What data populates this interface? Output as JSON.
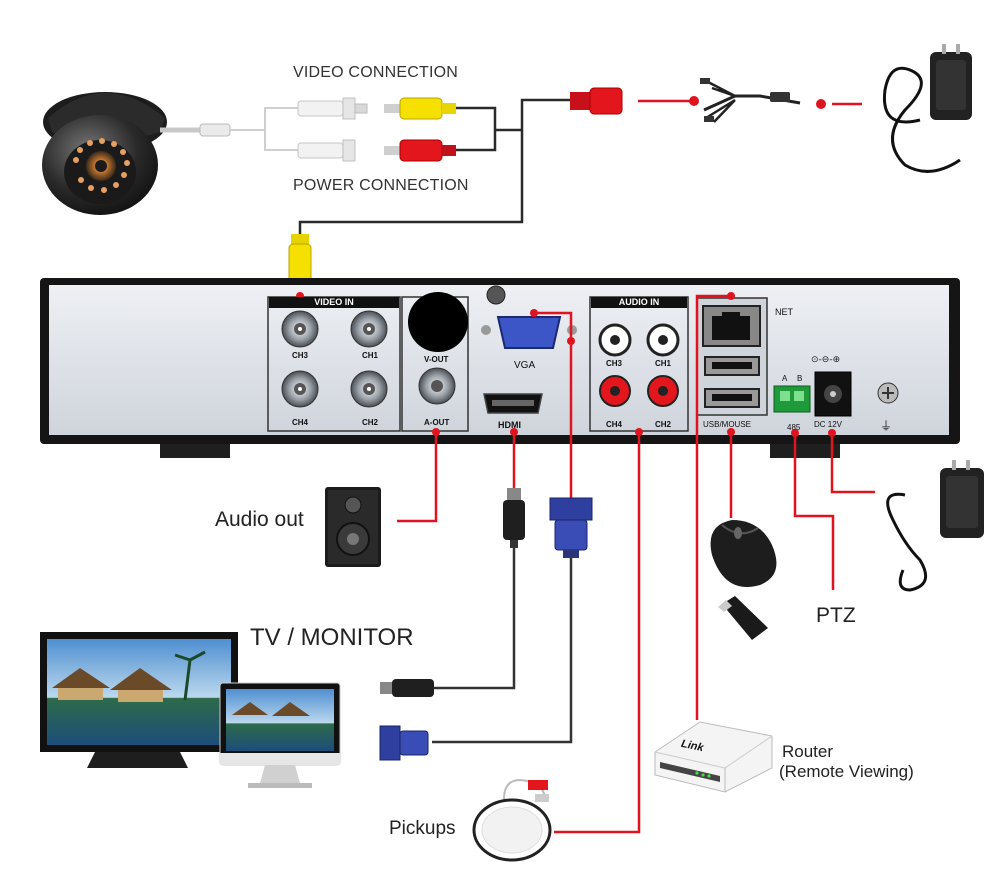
{
  "labels": {
    "video_connection": "VIDEO CONNECTION",
    "power_connection": "POWER CONNECTION",
    "audio_out": "Audio out",
    "tv_monitor": "TV / MONITOR",
    "ptz": "PTZ",
    "router": "Router",
    "remote_viewing": "(Remote Viewing)",
    "pickups": "Pickups"
  },
  "dvr_panel": {
    "video_in": "VIDEO IN",
    "ch3": "CH3",
    "ch1": "CH1",
    "ch4": "CH4",
    "ch2": "CH2",
    "v_out": "V-OUT",
    "a_out": "A-OUT",
    "vga": "VGA",
    "hdmi": "HDMI",
    "audio_in": "AUDIO IN",
    "a_ch3": "CH3",
    "a_ch1": "CH1",
    "a_ch4": "CH4",
    "a_ch2": "CH2",
    "net": "NET",
    "usb_mouse": "USB/MOUSE",
    "a": "A",
    "b": "B",
    "rs485": "485",
    "dc12v": "DC 12V"
  },
  "router_brand": "Link",
  "colors": {
    "wire_red": "#e0141e",
    "wire_dark": "#333333",
    "dvr_body": "#1a1a1a",
    "dvr_panel": "#dfe3ea",
    "rca_yellow": "#f5e000",
    "rca_red": "#e3151d",
    "vga_blue": "#2f3fa0"
  },
  "icons": [
    "dome-camera-icon",
    "power-adapter-icon",
    "splitter-icon",
    "speaker-icon",
    "monitor-icon",
    "mouse-icon",
    "usb-stick-icon",
    "router-icon",
    "microphone-icon"
  ]
}
